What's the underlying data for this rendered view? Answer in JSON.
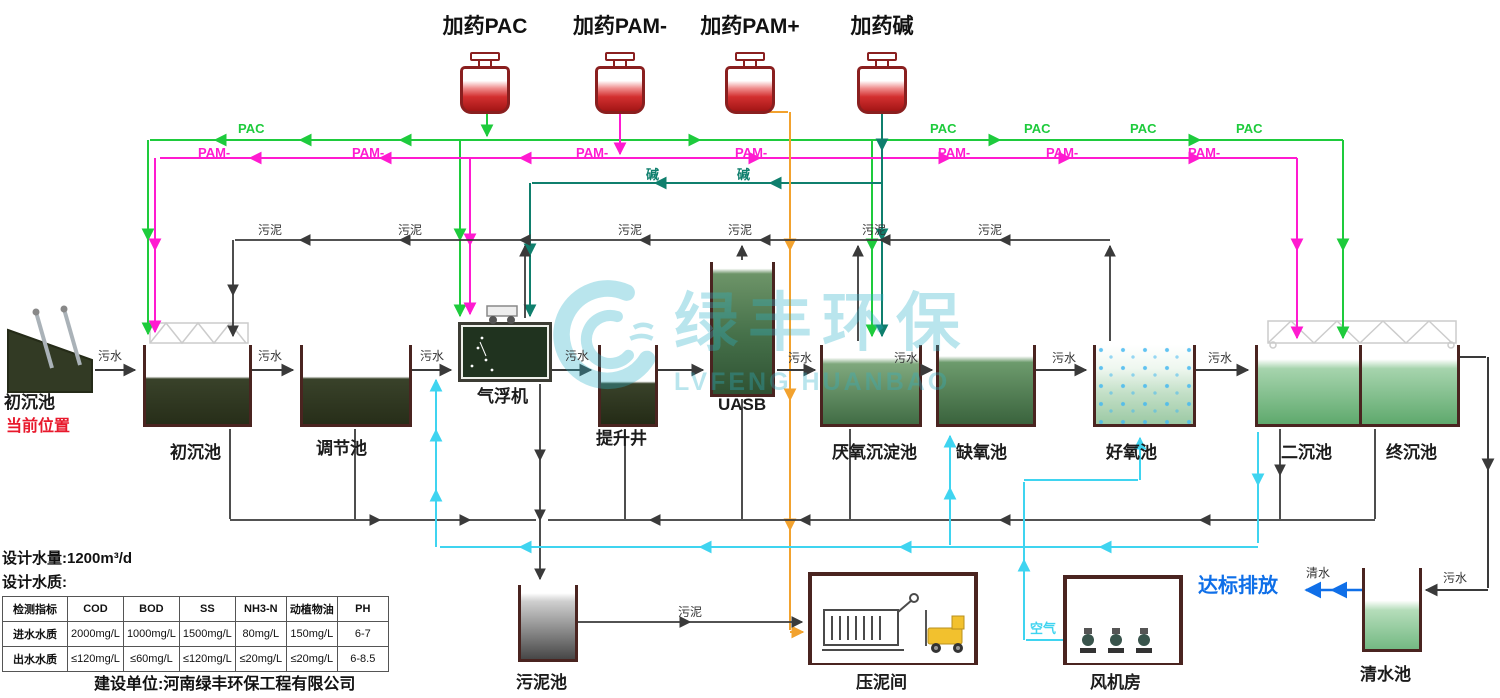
{
  "dosing": {
    "pac": "加药PAC",
    "pam_minus": "加药PAM-",
    "pam_plus": "加药PAM+",
    "alkali": "加药碱"
  },
  "flow_labels": {
    "pac": "PAC",
    "pam": "PAM-",
    "alkali": "碱",
    "sludge": "污泥",
    "sewage": "污水",
    "clean_water": "清水",
    "air": "空气",
    "discharge": "达标排放"
  },
  "tanks": {
    "screen_tank": "初沉池",
    "current_position": "当前位置",
    "primary": "初沉池",
    "regulation": "调节池",
    "flotation": "气浮机",
    "lift_well": "提升井",
    "uasb": "UASB",
    "anaerobic": "厌氧沉淀池",
    "anoxic": "缺氧池",
    "aerobic": "好氧池",
    "secondary": "二沉池",
    "final": "终沉池",
    "sludge_tank": "污泥池",
    "press_room": "压泥间",
    "fan_room": "风机房",
    "clean_tank": "清水池"
  },
  "info": {
    "design_volume": "设计水量:1200m³/d",
    "design_quality": "设计水质:",
    "builder": "建设单位:河南绿丰环保工程有限公司"
  },
  "quality_table": {
    "headers": [
      "检测指标",
      "COD",
      "BOD",
      "SS",
      "NH3-N",
      "动植物油",
      "PH"
    ],
    "rows": [
      [
        "进水水质",
        "2000mg/L",
        "1000mg/L",
        "1500mg/L",
        "80mg/L",
        "150mg/L",
        "6-7"
      ],
      [
        "出水水质",
        "≤120mg/L",
        "≤60mg/L",
        "≤120mg/L",
        "≤20mg/L",
        "≤20mg/L",
        "6-8.5"
      ]
    ]
  },
  "watermark": {
    "cn": "绿丰环保",
    "en": "LVFENG HUANBAO"
  },
  "colors": {
    "pac_line": "#1ecb3c",
    "pam_line": "#ff1ad0",
    "alkali_line": "#0f7f6d",
    "dosing_sludge_line": "#f2a22e",
    "flow_line": "#3a3a3a",
    "return_line": "#3fd4f0",
    "discharge_text": "#0f6fe8",
    "current_position_text": "#e8192c",
    "tank_wall": "#4a2420",
    "watermark": "#2fb3c9"
  }
}
